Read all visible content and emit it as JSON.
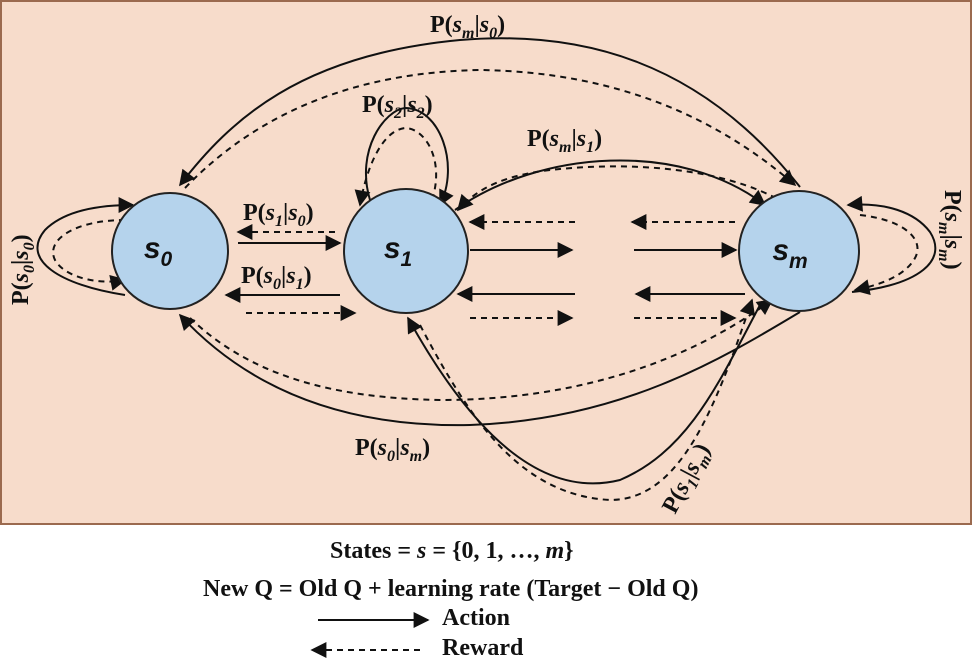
{
  "states": [
    {
      "id": "s0",
      "base": "s",
      "sub": "0"
    },
    {
      "id": "s1",
      "base": "s",
      "sub": "1"
    },
    {
      "id": "sm",
      "base": "s",
      "sub": "m"
    }
  ],
  "transitions": [
    {
      "id": "p-sm-s0",
      "to": "m",
      "from": "0"
    },
    {
      "id": "p-s2-s2",
      "to": "2",
      "from": "2"
    },
    {
      "id": "p-sm-s1",
      "to": "m",
      "from": "1"
    },
    {
      "id": "p-s1-s0",
      "to": "1",
      "from": "0"
    },
    {
      "id": "p-s0-s1",
      "to": "0",
      "from": "1"
    },
    {
      "id": "p-s0-s0",
      "to": "0",
      "from": "0"
    },
    {
      "id": "p-sm-sm",
      "to": "m",
      "from": "m"
    },
    {
      "id": "p-s0-sm",
      "to": "0",
      "from": "m"
    },
    {
      "id": "p-s1-sm",
      "to": "1",
      "from": "m"
    }
  ],
  "notation": {
    "prob": "P",
    "bar": "|",
    "open": "(",
    "close": ")"
  },
  "caption": {
    "states_label": "States = ",
    "states_var": "s",
    "states_set_open": " = {0, 1, …, ",
    "states_set_var": "m",
    "states_set_close": "}",
    "formula": "New Q = Old Q + learning rate  (Target − Old Q)"
  },
  "legend": {
    "action": "Action",
    "reward": "Reward"
  },
  "colors": {
    "panel": "#f7dccb",
    "state_fill": "#b5d3ec",
    "state_stroke": "#222222",
    "line": "#111111"
  }
}
